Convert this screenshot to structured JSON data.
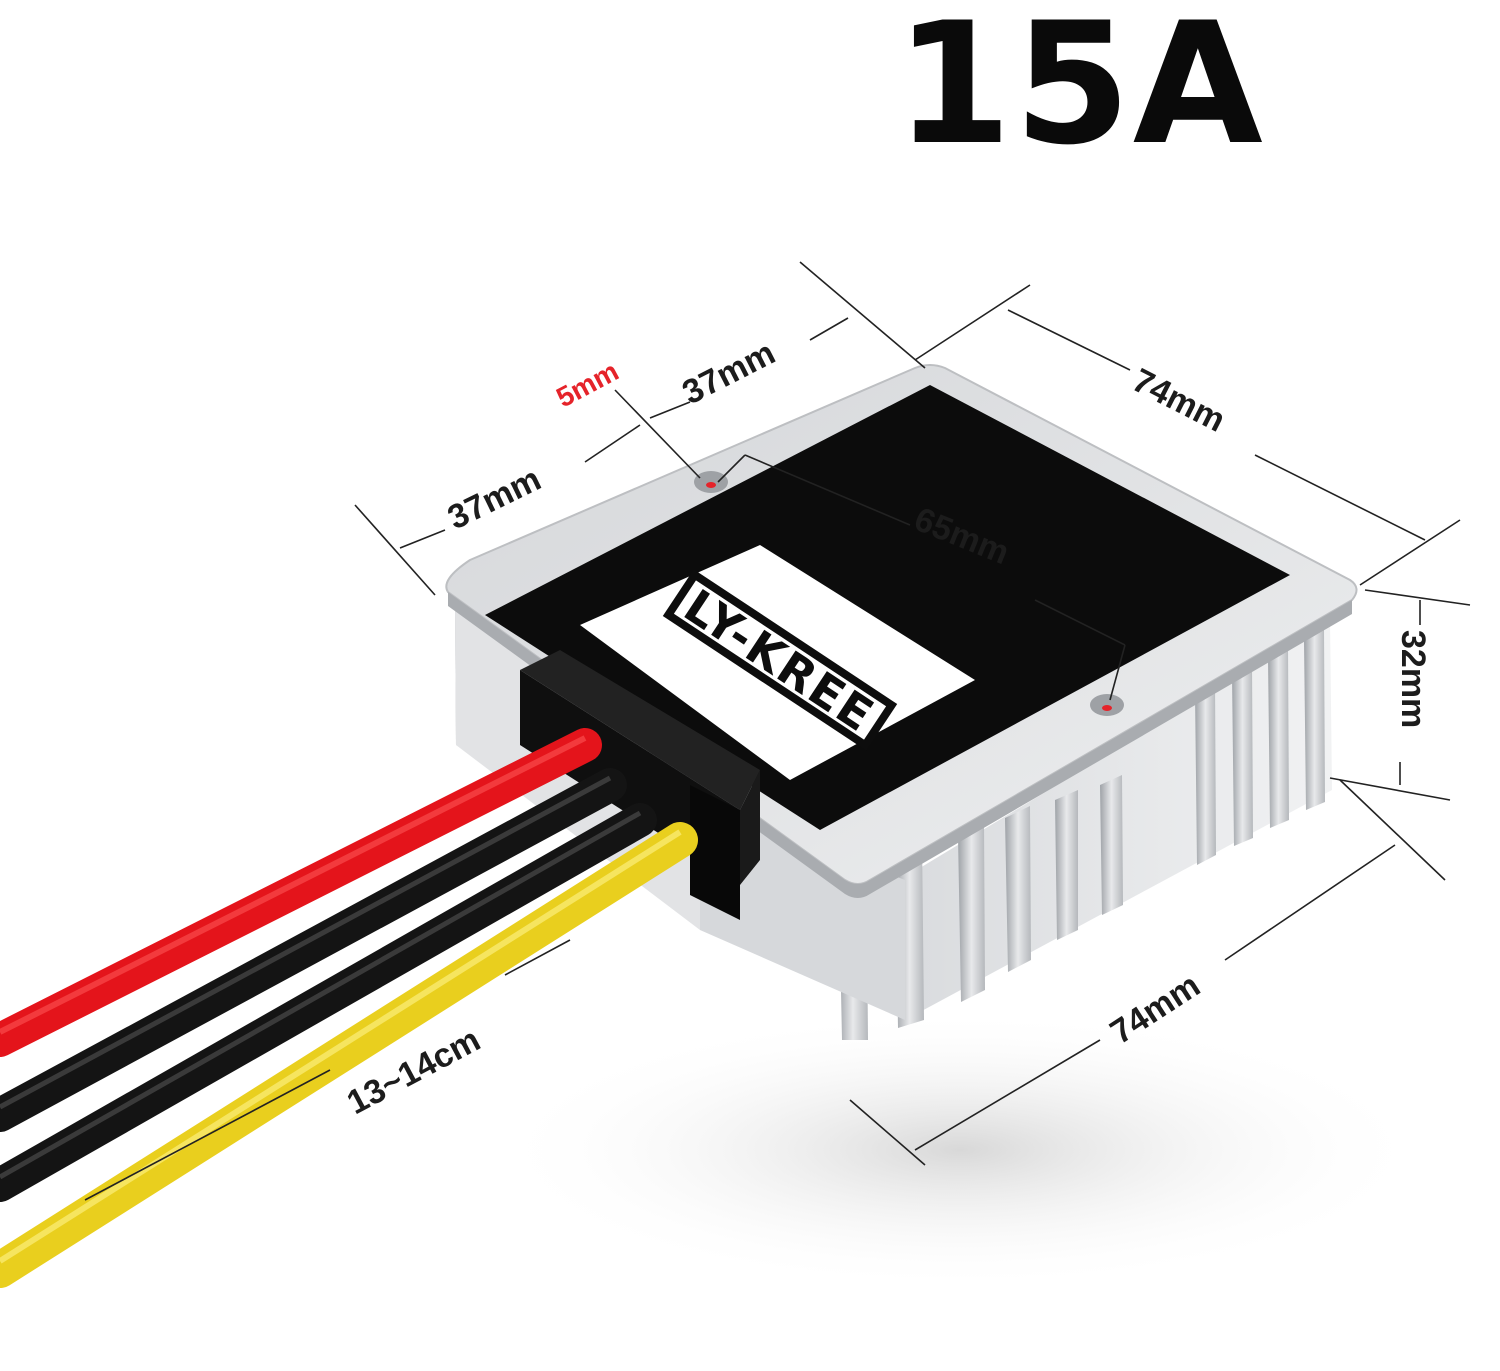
{
  "title": "15A",
  "brand": {
    "label": "LY-KREE"
  },
  "dimensions": {
    "hole_offset": "5mm",
    "top_half_right": "37mm",
    "top_half_left": "37mm",
    "top_length": "74mm",
    "hole_spacing": "65mm",
    "height": "32mm",
    "bottom_length": "74mm",
    "wire_length": "13~14cm"
  },
  "wires": [
    {
      "name": "red-wire",
      "color": "#e4141b"
    },
    {
      "name": "black-wire-1",
      "color": "#141414"
    },
    {
      "name": "black-wire-2",
      "color": "#141414"
    },
    {
      "name": "yellow-wire",
      "color": "#e9cf1e"
    }
  ],
  "colors": {
    "accent_red": "#e5232a",
    "housing": "#c9cbce",
    "panel": "#0c0c0c",
    "label_bg": "#ffffff"
  }
}
